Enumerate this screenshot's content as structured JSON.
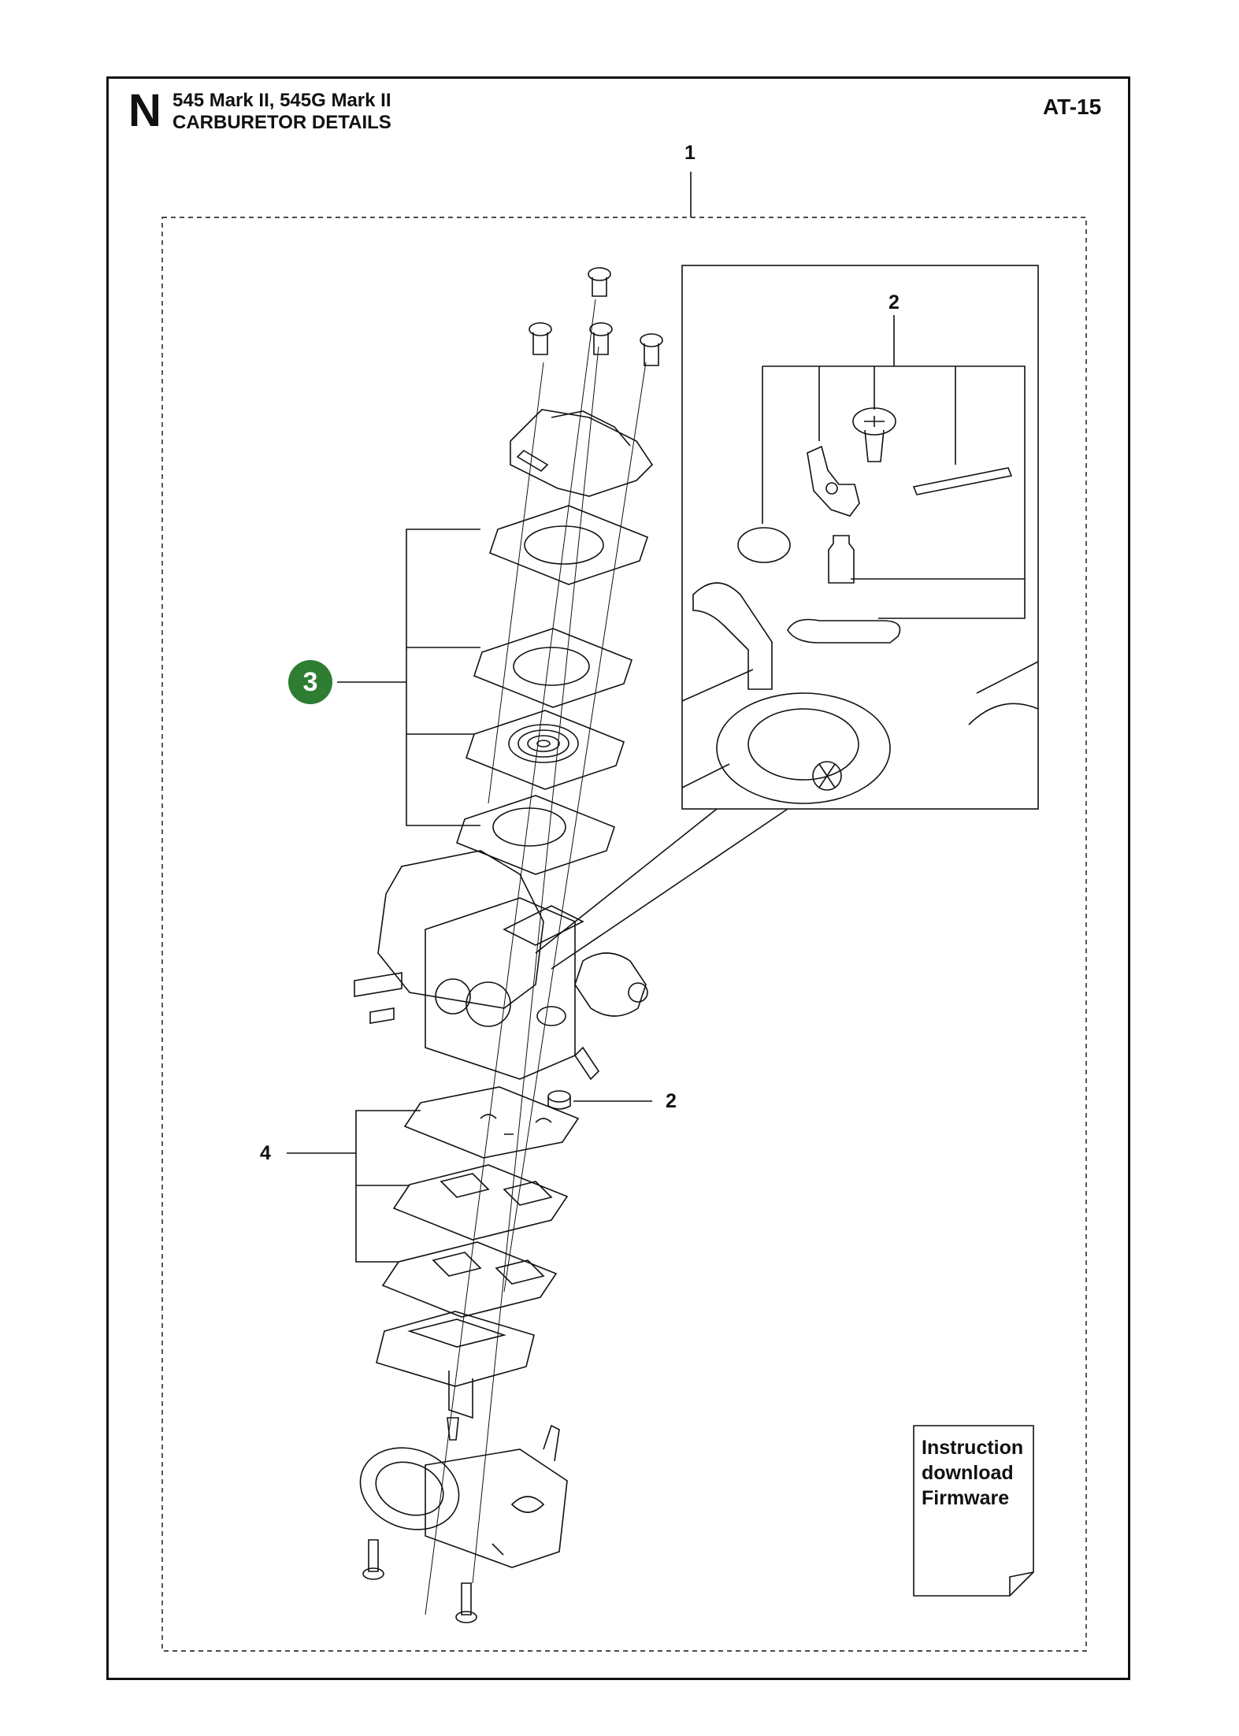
{
  "header": {
    "section_letter": "N",
    "model": "545 Mark II, 545G Mark II",
    "title": "CARBURETOR DETAILS",
    "page_code": "AT-15"
  },
  "callouts": {
    "top_assembly": "1",
    "inset_kit": "2",
    "diaphragm_kit": "3",
    "gasket_kit": "4",
    "filter_part": "2"
  },
  "doc_note": {
    "line1": "Instruction",
    "line2": "download",
    "line3": "Firmware"
  },
  "colors": {
    "badge": "#2e7d32",
    "line": "#111111"
  }
}
